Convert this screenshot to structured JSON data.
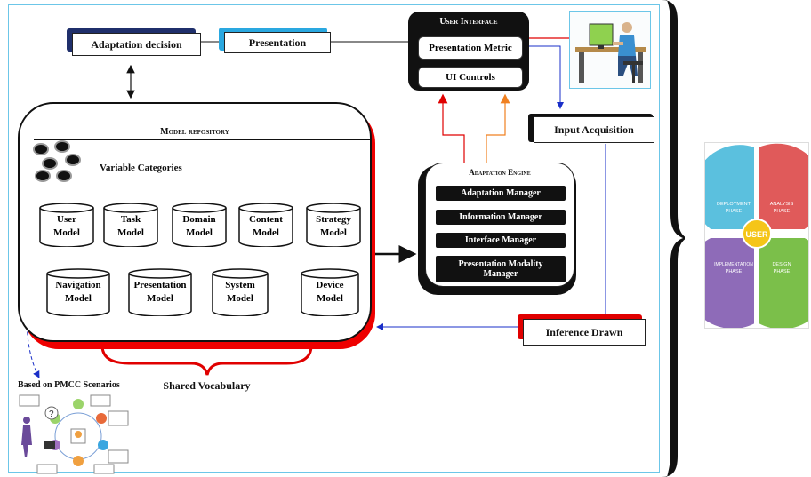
{
  "labels": {
    "adaptation_decision": "Adaptation decision",
    "presentation": "Presentation",
    "user_interface": "User Interface",
    "presentation_metric": "Presentation Metric",
    "ui_controls": "UI Controls",
    "input_acquisition": "Input Acquisition",
    "model_repository": "Model repository",
    "variable_categories": "Variable Categories",
    "adaptation_engine": "Adaptation Engine",
    "inference_drawn": "Inference Drawn",
    "shared_vocabulary": "Shared Vocabulary",
    "based_on_pmcc": "Based on PMCC Scenarios"
  },
  "models_row1": [
    {
      "line1": "User",
      "line2": "Model"
    },
    {
      "line1": "Task",
      "line2": "Model"
    },
    {
      "line1": "Domain",
      "line2": "Model"
    },
    {
      "line1": "Content",
      "line2": "Model"
    },
    {
      "line1": "Strategy",
      "line2": "Model"
    }
  ],
  "models_row2": [
    {
      "line1": "Navigation",
      "line2": "Model"
    },
    {
      "line1": "Presentation",
      "line2": "Model"
    },
    {
      "line1": "System",
      "line2": "Model"
    },
    {
      "line1": "Device",
      "line2": "Model"
    }
  ],
  "managers": [
    {
      "line1": "Adaptation Manager",
      "line2": ""
    },
    {
      "line1": "Information Manager",
      "line2": ""
    },
    {
      "line1": "Interface Manager",
      "line2": ""
    },
    {
      "line1": "Presentation Modality",
      "line2": "Manager"
    }
  ],
  "cycle": {
    "center": "USER",
    "phases": [
      {
        "line1": "DEPLOYMENT",
        "line2": "PHASE",
        "color": "#5bc0de"
      },
      {
        "line1": "ANALYSIS",
        "line2": "PHASE",
        "color": "#e05a5a"
      },
      {
        "line1": "DESIGN",
        "line2": "PHASE",
        "color": "#7bbf4a"
      },
      {
        "line1": "IMPLEMENTATION",
        "line2": "PHASE",
        "color": "#8e6bb8"
      }
    ]
  },
  "colors": {
    "accent_red": "#e00000",
    "accent_orange": "#f08020",
    "arrow_blue": "#1a2fc8",
    "frame_cyan": "#6cc6e8",
    "tag_navy": "#1f2f6b",
    "tag_cyan": "#2aa8e0"
  }
}
